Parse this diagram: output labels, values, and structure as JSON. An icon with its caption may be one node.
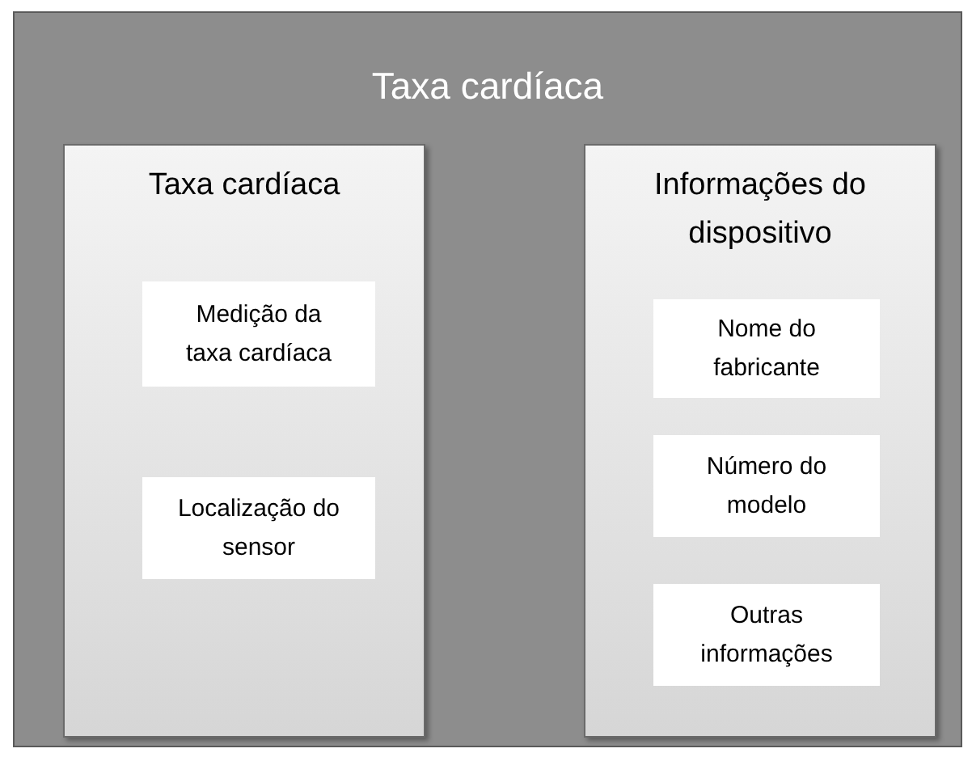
{
  "diagram": {
    "nodes": [
      {
        "text": [
          "Taxa cardíaca"
        ]
      },
      {
        "text": [
          "Taxa cardíaca"
        ],
        "in": 0
      },
      {
        "text": [
          "Medição da taxa cardíaca"
        ],
        "in": 1
      },
      {
        "text": [
          "Localização do sensor"
        ],
        "in": 1
      },
      {
        "text": [
          "Informações do dispositivo"
        ],
        "in": 0
      },
      {
        "text": [
          "Nome do fabricante"
        ],
        "in": 4
      },
      {
        "text": [
          "Número do modelo"
        ],
        "in": 4
      },
      {
        "text": [
          "Outras informações"
        ],
        "in": 4
      }
    ]
  }
}
